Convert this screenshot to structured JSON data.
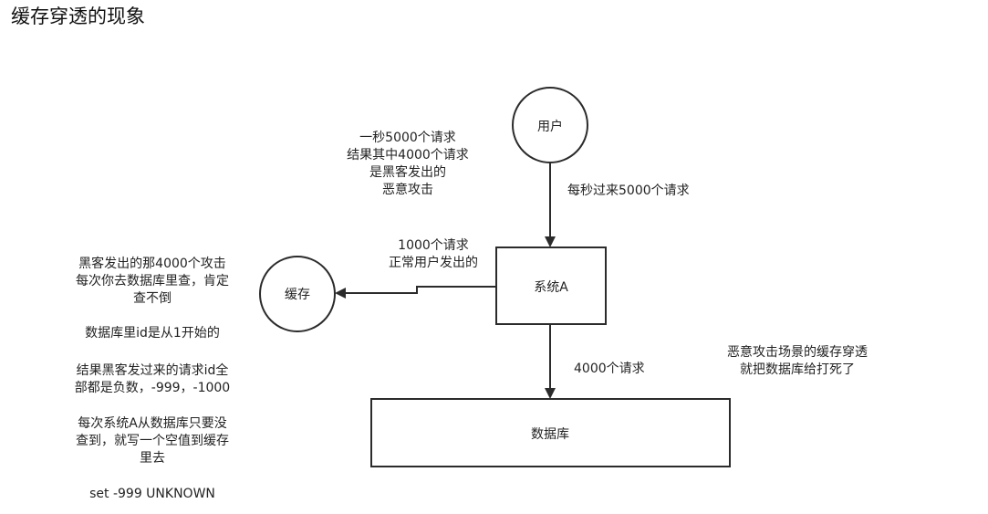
{
  "title": "缓存穿透的现象",
  "nodes": {
    "user": "用户",
    "system": "系统A",
    "cache": "缓存",
    "database": "数据库"
  },
  "labels": {
    "attack_desc": [
      "一秒5000个请求",
      "结果其中4000个请求",
      "是黑客发出的",
      "恶意攻击"
    ],
    "user_to_system": "每秒过来5000个请求",
    "system_to_cache": [
      "1000个请求",
      "正常用户发出的"
    ],
    "system_to_db": "4000个请求",
    "db_killed": [
      "恶意攻击场景的缓存穿透",
      "就把数据库给打死了"
    ]
  },
  "left_notes": {
    "note1": [
      "黑客发出的那4000个攻击",
      "每次你去数据库里查，肯定",
      "查不倒"
    ],
    "note2": [
      "数据库里id是从1开始的"
    ],
    "note3": [
      "结果黑客发过来的请求id全",
      "部都是负数，-999，-1000"
    ],
    "note4": [
      "每次系统A从数据库只要没",
      "查到，就写一个空值到缓存",
      "里去"
    ],
    "note5": [
      "set -999 UNKNOWN"
    ]
  },
  "colors": {
    "stroke": "#2b2b2b",
    "text": "#222222",
    "background": "#ffffff"
  }
}
